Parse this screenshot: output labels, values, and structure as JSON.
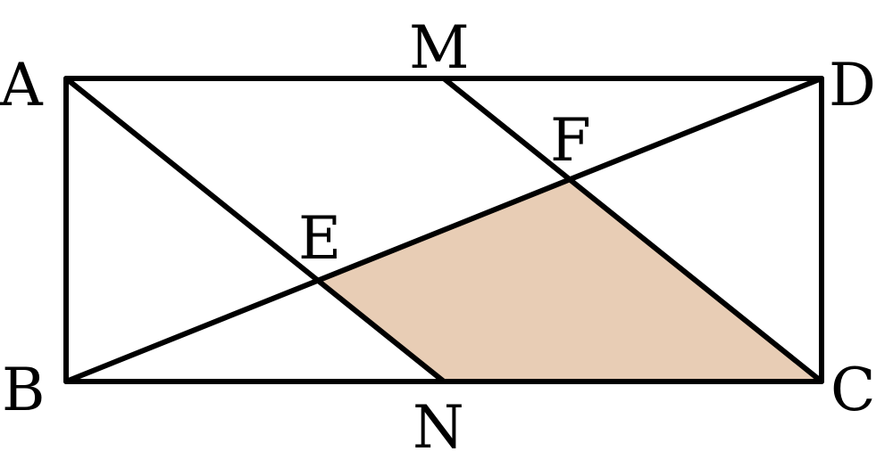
{
  "labels": {
    "A": "A",
    "B": "B",
    "C": "C",
    "D": "D",
    "M": "M",
    "N": "N",
    "E": "E",
    "F": "F"
  },
  "colors": {
    "line": "#000000",
    "shaded_region": "#E8CDB5",
    "background": "#ffffff"
  },
  "shaded_region": "ENCF"
}
